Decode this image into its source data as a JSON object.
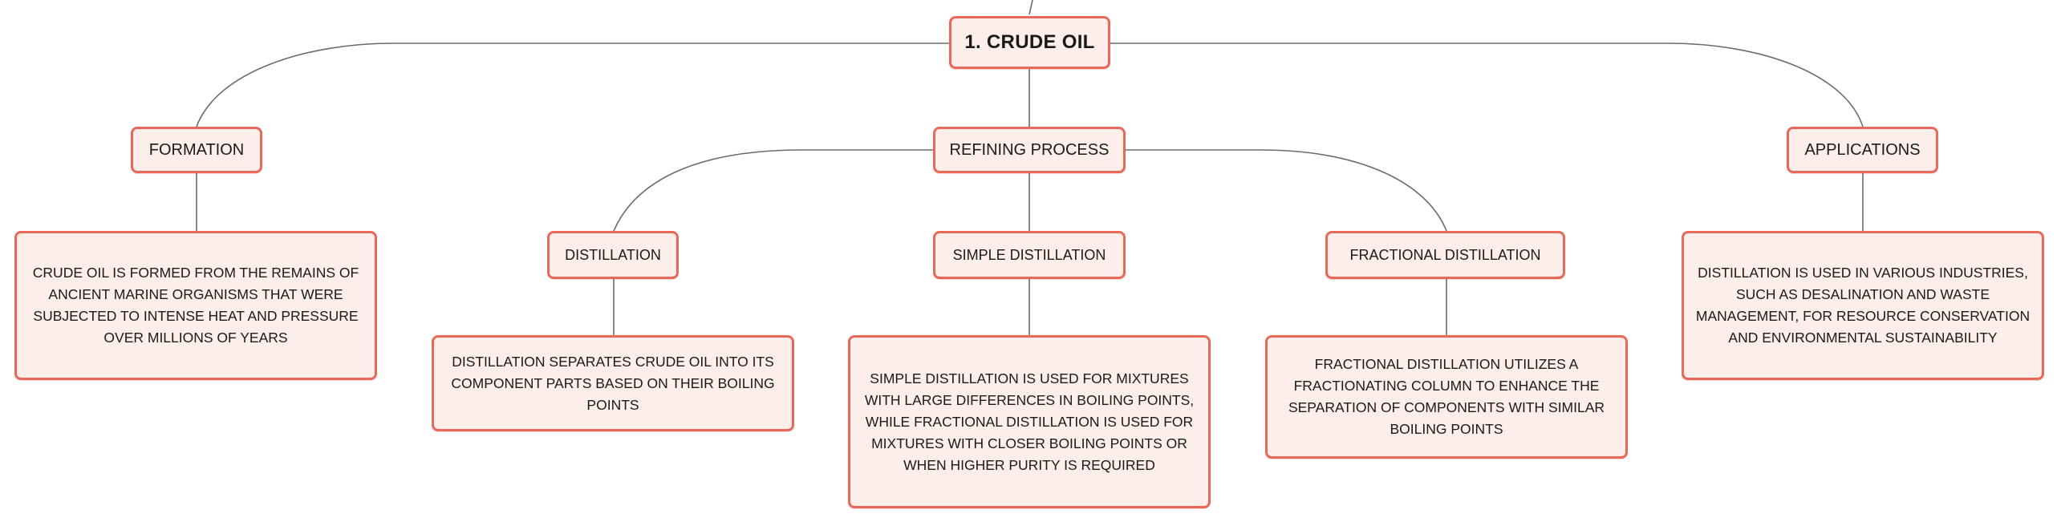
{
  "theme": {
    "node_fill": "#fdeee9",
    "node_border": "#e8695a",
    "link_color": "#6b6b6b"
  },
  "root": {
    "label": "1. CRUDE OIL"
  },
  "topics": {
    "formation": "FORMATION",
    "refining": "REFINING PROCESS",
    "applications": "APPLICATIONS"
  },
  "subtopics": {
    "distillation": "DISTILLATION",
    "simple": "SIMPLE DISTILLATION",
    "fractional": "FRACTIONAL DISTILLATION"
  },
  "details": {
    "formation": "CRUDE OIL IS FORMED FROM THE REMAINS OF ANCIENT MARINE ORGANISMS THAT WERE SUBJECTED TO INTENSE HEAT AND PRESSURE OVER MILLIONS OF YEARS",
    "distillation": "DISTILLATION SEPARATES CRUDE OIL INTO ITS COMPONENT PARTS BASED ON THEIR BOILING POINTS",
    "simple": "SIMPLE DISTILLATION IS USED FOR MIXTURES WITH LARGE DIFFERENCES IN BOILING POINTS, WHILE FRACTIONAL DISTILLATION IS USED FOR MIXTURES WITH CLOSER BOILING POINTS OR WHEN HIGHER PURITY IS REQUIRED",
    "fractional": "FRACTIONAL DISTILLATION UTILIZES A FRACTIONATING COLUMN TO ENHANCE THE SEPARATION OF COMPONENTS WITH SIMILAR BOILING POINTS",
    "applications": "DISTILLATION IS USED IN VARIOUS INDUSTRIES, SUCH AS DESALINATION AND WASTE MANAGEMENT, FOR RESOURCE CONSERVATION AND ENVIRONMENTAL SUSTAINABILITY"
  }
}
